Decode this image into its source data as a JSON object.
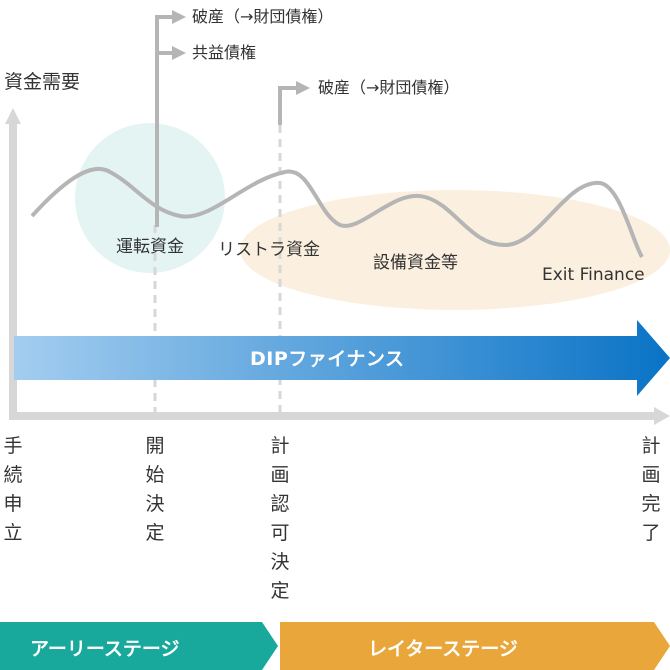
{
  "y_axis_title": "資金需要",
  "dip_label": "DIPファイナンス",
  "top_labels": {
    "bankruptcy_1": "破産（→財団債権）",
    "common_benefit": "共益債権",
    "bankruptcy_2": "破産（→財団債権）"
  },
  "phase_labels": {
    "operating_funds": "運転資金",
    "restructuring_funds": "リストラ資金",
    "equipment_funds": "設備資金等",
    "exit_finance": "Exit Finance"
  },
  "milestones": [
    "手続申立",
    "開始決定",
    "計画認可決定",
    "計画完了"
  ],
  "stages": {
    "early": "アーリーステージ",
    "late": "レイターステージ"
  },
  "colors": {
    "axis_gray": "#d7d7d7",
    "curve_gray": "#b5b5b5",
    "circle_teal": "#e3f4f3",
    "ellipse_peach": "#fbf0df",
    "dip_start": "#a3cdf0",
    "dip_end": "#0a73c6",
    "stage_teal": "#18a89c",
    "stage_orange": "#e9a63b"
  }
}
